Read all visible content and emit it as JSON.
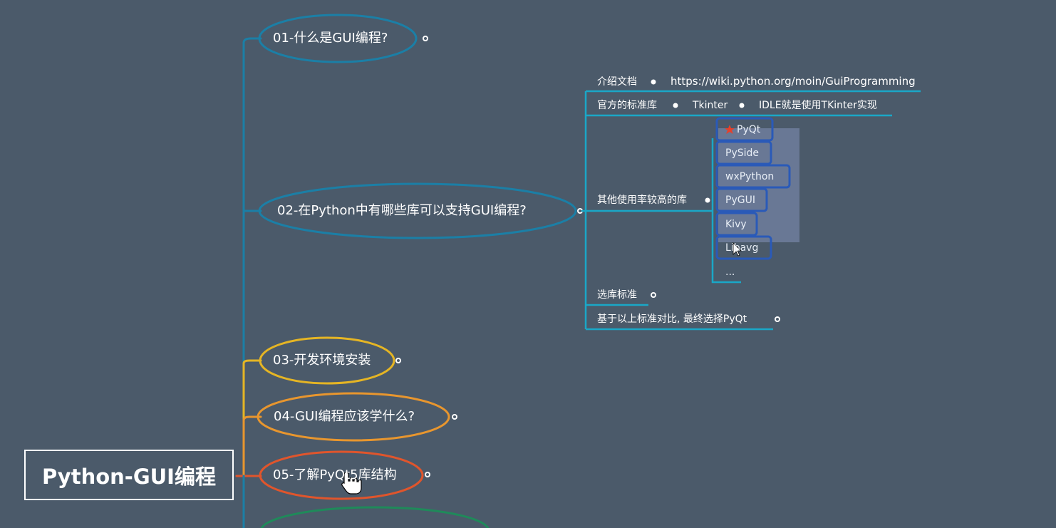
{
  "root": {
    "label": "Python-GUI编程"
  },
  "topics": [
    {
      "id": "t01",
      "label": "01-什么是GUI编程?",
      "color": "#1b7fa6"
    },
    {
      "id": "t02",
      "label": "02-在Python中有哪些库可以支持GUI编程?",
      "color": "#1b7fa6"
    },
    {
      "id": "t03",
      "label": "03-开发环境安装",
      "color": "#e5b524"
    },
    {
      "id": "t04",
      "label": "04-GUI编程应该学什么?",
      "color": "#e8962e"
    },
    {
      "id": "t05",
      "label": "05-了解PyQt5库结构",
      "color": "#e0552c"
    }
  ],
  "subtopics": {
    "doc_label": "介绍文档",
    "doc_url": "https://wiki.python.org/moin/GuiProgramming",
    "std_label": "官方的标准库",
    "std_value": "Tkinter",
    "std_note": "IDLE就是使用TKinter实现",
    "others_label": "其他使用率较高的库",
    "libraries": [
      "PyQt",
      "PySide",
      "wxPython",
      "PyGUI",
      "Kivy",
      "Libavg",
      "..."
    ],
    "criteria_label": "选库标准",
    "conclusion_label": "基于以上标准对比, 最终选择PyQt"
  },
  "colors": {
    "background": "#4b5a6a",
    "branch_teal": "#1b7fa6",
    "branch_line_cyan": "#1aa7c7",
    "branch_yellow": "#e5b524",
    "branch_orange": "#e8962e",
    "branch_red": "#e0552c",
    "branch_green": "#1f8a5a",
    "selection_blue": "#2a5ab8",
    "star_red": "#e8402a"
  },
  "icons": {
    "star": "star-icon",
    "cursor": "hand-cursor-icon",
    "pointer": "arrow-cursor-icon"
  }
}
